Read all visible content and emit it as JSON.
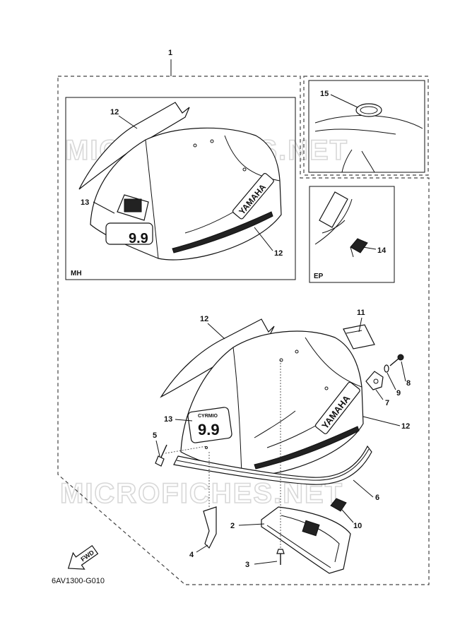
{
  "diagram": {
    "code": "6AV1300-G010",
    "watermark": "MICROFICHES.NET",
    "fwd_label": "FWD",
    "insets": {
      "mh": "MH",
      "ep": "EP"
    },
    "cover_text": {
      "brand": "YAMAHA",
      "model": "9.9",
      "badge": "CYRMIO"
    },
    "callouts": {
      "c1": "1",
      "c2": "2",
      "c3": "3",
      "c4": "4",
      "c5": "5",
      "c6": "6",
      "c7": "7",
      "c8": "8",
      "c9": "9",
      "c10": "10",
      "c11": "11",
      "c12_main_top": "12",
      "c12_main_right": "12",
      "c12_mh_top": "12",
      "c12_mh_bottom": "12",
      "c13_main": "13",
      "c13_mh": "13",
      "c14": "14",
      "c15": "15"
    }
  }
}
